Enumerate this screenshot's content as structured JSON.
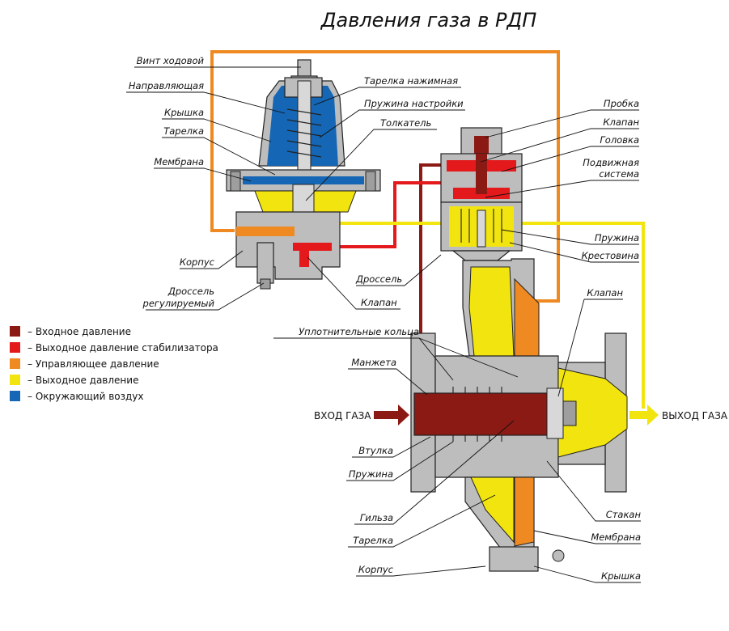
{
  "title": "Давления газа в РДП",
  "inlet": "ВХОД ГАЗА",
  "outlet": "ВЫХОД ГАЗА",
  "legend": [
    {
      "color": "#8b1a14",
      "label": "– Входное давление"
    },
    {
      "color": "#e3191b",
      "label": "– Выходное давление стабилизатора"
    },
    {
      "color": "#ef8a22",
      "label": "– Управляющее давление"
    },
    {
      "color": "#f2e50f",
      "label": "– Выходное давление"
    },
    {
      "color": "#1566b4",
      "label": "– Окружающий воздух"
    }
  ],
  "labels": {
    "pilot": {
      "screw": "Винт ходовой",
      "guide": "Направляющая",
      "cover": "Крышка",
      "plate": "Тарелка",
      "membrane": "Мембрана",
      "body": "Корпус",
      "throttle_1": "Дроссель",
      "throttle_2": "регулируемый",
      "press_plate": "Тарелка нажимная",
      "spring": "Пружина настройки",
      "pusher": "Толкатель",
      "throttle_right": "Дроссель",
      "valve": "Клапан"
    },
    "stabilizer": {
      "plug": "Пробка",
      "valve": "Клапан",
      "head": "Головка",
      "moving_1": "Подвижная",
      "moving_2": "система",
      "spring": "Пружина",
      "cross": "Крестовина"
    },
    "main": {
      "valve": "Клапан",
      "seals": "Уплотнительные кольца",
      "cuff": "Манжета",
      "sleeve": "Втулка",
      "spring": "Пружина",
      "liner": "Гильза",
      "plate": "Тарелка",
      "body": "Корпус",
      "cup": "Стакан",
      "membrane": "Мембрана",
      "cover": "Крышка"
    }
  }
}
